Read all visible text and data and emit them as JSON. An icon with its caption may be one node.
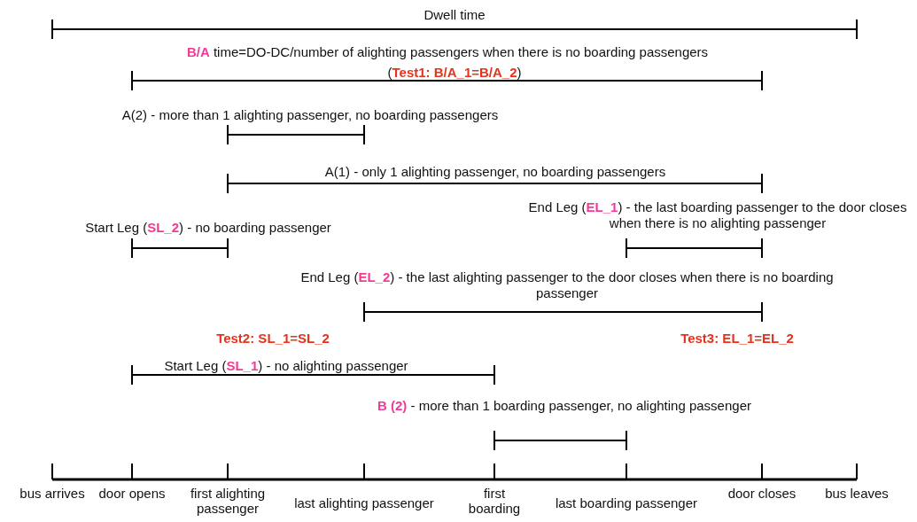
{
  "diagram": {
    "labels": [
      "Dwell time",
      "**B/A** time=DO-DC/number of alighting passengers when there is no boarding passengers",
      "(**Test1: B/A_1=B/A_2**)",
      "A(2) - more than 1 alighting passenger, no boarding passengers",
      "A(1) - only 1 alighting passenger, no boarding passengers",
      "Start Leg (**SL_2**) - no boarding passenger",
      "End Leg (**EL_1**) - the last boarding passenger to the door closes when there is no alighting passenger",
      "End Leg (**EL_2**) - the last alighting passenger to the door closes when there is no boarding passenger",
      "Test2: SL_1=SL_2",
      "Test3: EL_1=EL_2",
      "Start Leg (**SL_1**) - no alighting passenger",
      "**B (2)** - more than 1 boarding passenger, no alighting passenger",
      "bus arrives",
      "door opens",
      "first alighting passenger",
      "last alighting passenger",
      "first boarding",
      "last boarding passenger",
      "door closes",
      "bus leaves"
    ]
  }
}
